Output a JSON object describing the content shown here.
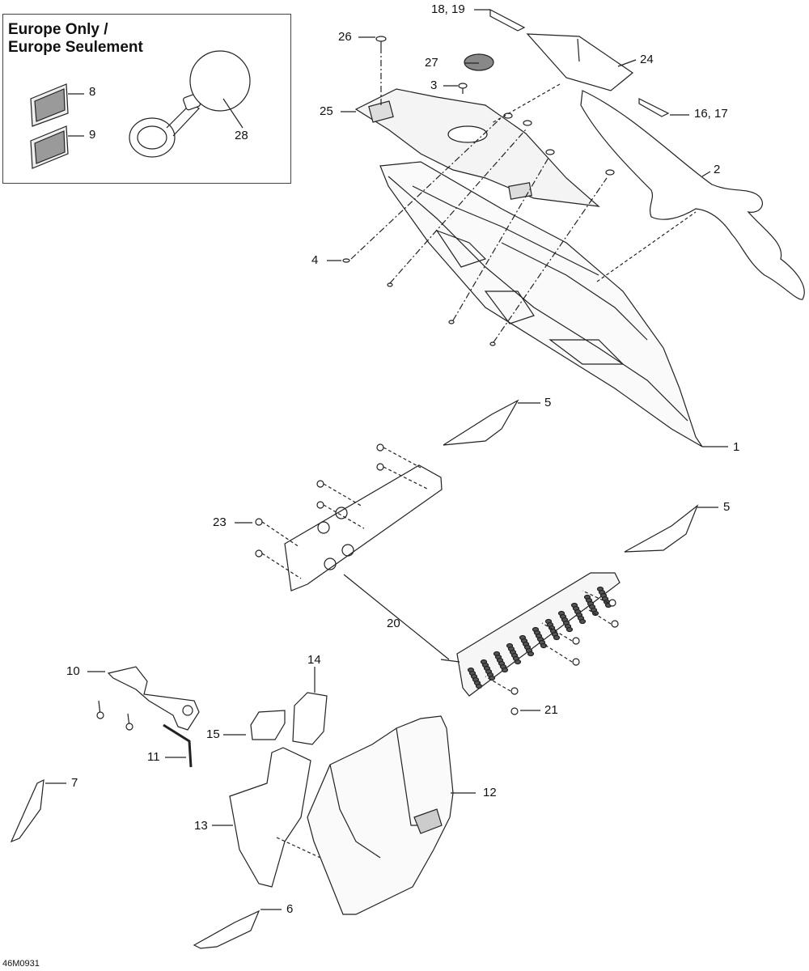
{
  "inset": {
    "title_line1": "Europe Only /",
    "title_line2": "Europe Seulement"
  },
  "callouts": {
    "c1": "1",
    "c2": "2",
    "c3": "3",
    "c4": "4",
    "c5a": "5",
    "c5b": "5",
    "c6": "6",
    "c7": "7",
    "c8": "8",
    "c9": "9",
    "c10": "10",
    "c11": "11",
    "c12": "12",
    "c13": "13",
    "c14": "14",
    "c15": "15",
    "c16": "16, 17",
    "c18": "18, 19",
    "c20": "20",
    "c21": "21",
    "c23": "23",
    "c24": "24",
    "c25": "25",
    "c26": "26",
    "c27": "27",
    "c28": "28"
  },
  "figure_id": "46M0931",
  "colors": {
    "line": "#222222",
    "decal_fill": "#cccccc",
    "part_fill": "#eeeeee"
  }
}
